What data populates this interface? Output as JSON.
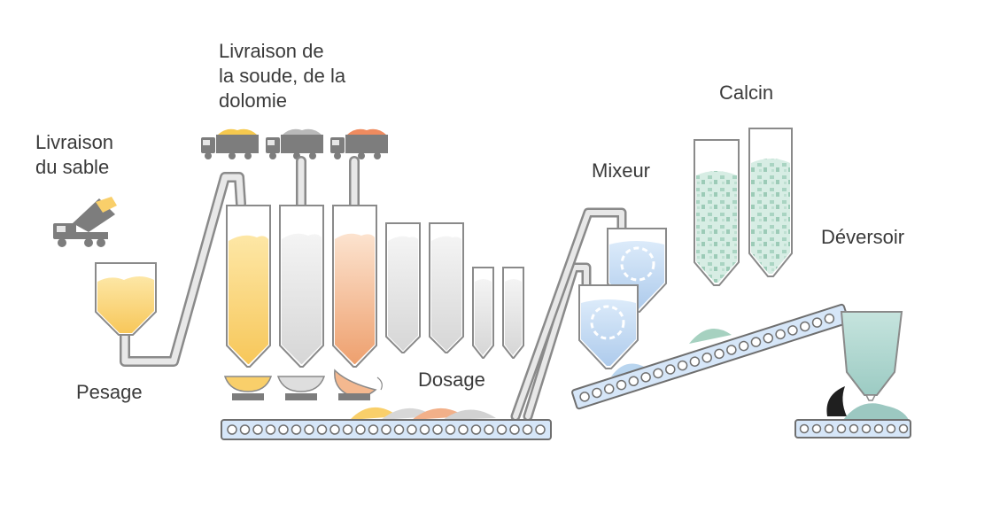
{
  "labels": {
    "sand_delivery": [
      "Livraison",
      "du sable"
    ],
    "soda_delivery": [
      "Livraison de",
      "la soude, de la",
      "dolomie"
    ],
    "weighing": "Pesage",
    "dosing": "Dosage",
    "mixer": "Mixeur",
    "cullet": "Calcin",
    "spillway": "Déversoir"
  },
  "colors": {
    "sand": "#f9cf6a",
    "sand_light": "#fde9b8",
    "white_material": "#e2e2e2",
    "orange_material": "#f0a77a",
    "mixer_blue": "#c7ddf4",
    "cullet_green": "#b8dccd",
    "spillway_teal": "#a8d4cc",
    "conveyor_blue": "#d6e6f8",
    "outline": "#8a8a8a",
    "truck_gray": "#7d7d7d"
  }
}
